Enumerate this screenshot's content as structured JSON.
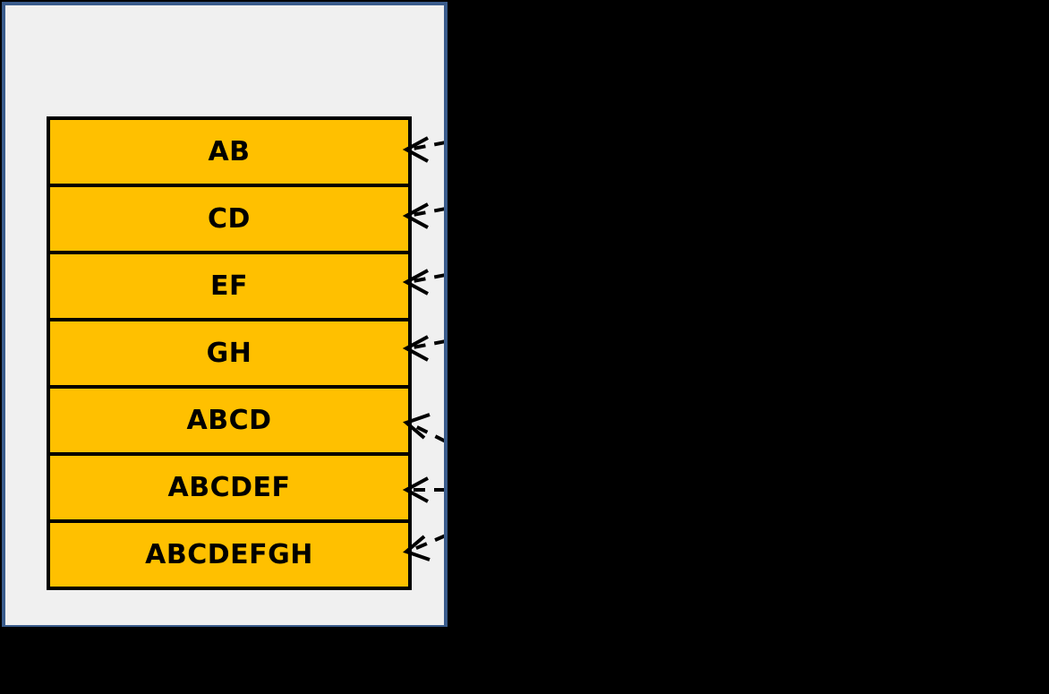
{
  "diagram": {
    "title": "",
    "canvas": {
      "background_color": "#F0F0F0",
      "border_color": "#3A5C8C",
      "surround_color": "#000000"
    },
    "stack": {
      "box_fill_color": "#FFC000",
      "box_stroke_color": "#000000",
      "text_color": "#000000",
      "rows": [
        {
          "label": "AB"
        },
        {
          "label": "CD"
        },
        {
          "label": "EF"
        },
        {
          "label": "GH"
        },
        {
          "label": "ABCD"
        },
        {
          "label": "ABCDEF"
        },
        {
          "label": "ABCDEFGH"
        }
      ]
    },
    "annotations": {
      "arrow_style": "dashed-left-pointing",
      "arrow_color": "#000000",
      "arrow_count": 7,
      "arrows": [
        {
          "target_row": "AB",
          "label": ""
        },
        {
          "target_row": "CD",
          "label": ""
        },
        {
          "target_row": "EF",
          "label": ""
        },
        {
          "target_row": "GH",
          "label": ""
        },
        {
          "target_row": "ABCD",
          "label": ""
        },
        {
          "target_row": "ABCDEF",
          "label": ""
        },
        {
          "target_row": "ABCDEFGH",
          "label": ""
        }
      ]
    }
  }
}
